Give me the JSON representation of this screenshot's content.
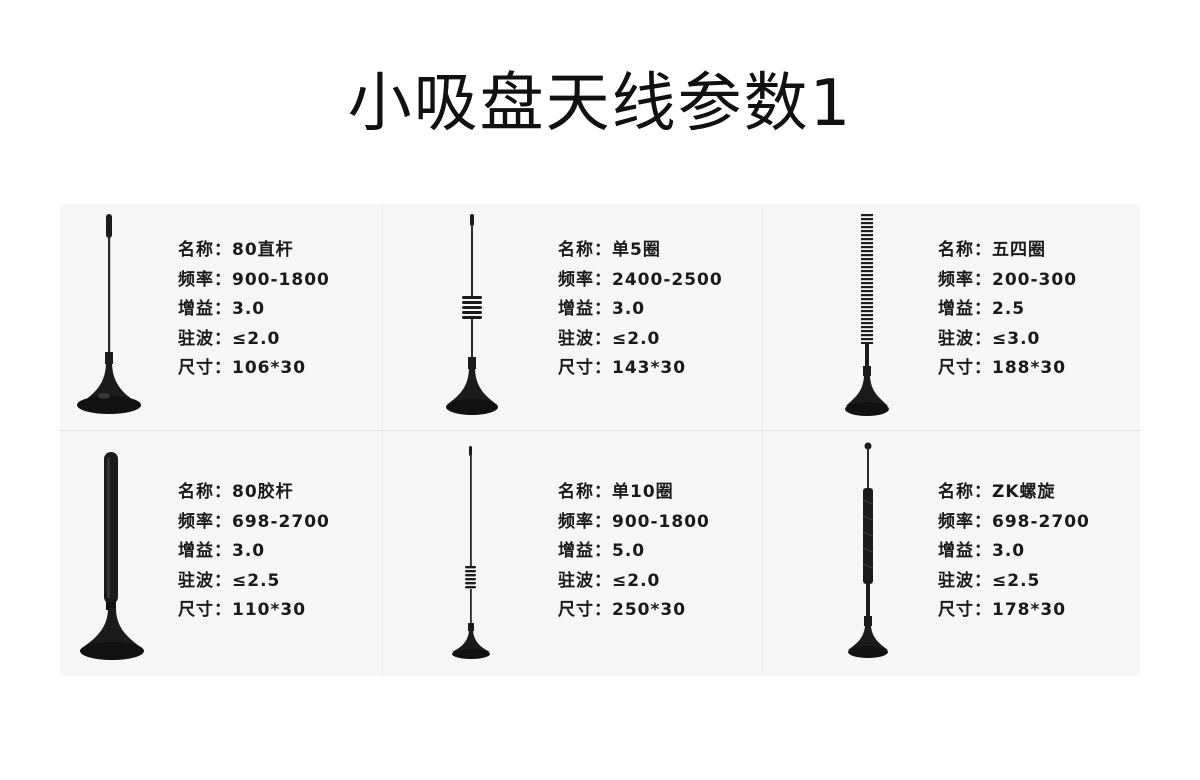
{
  "page": {
    "title": "小吸盘天线参数1"
  },
  "colors": {
    "sheet_bg": "#f6f6f6",
    "antenna": "#1b1b1b",
    "text": "#1a1a1a"
  },
  "products": [
    {
      "name": "名称：80直杆",
      "frequency": "频率：900-1800",
      "gain": "增益：3.0",
      "vswr": "驻波：≤2.0",
      "size": "尺寸：106*30",
      "icon": "straight-whip-antenna"
    },
    {
      "name": "名称：单5圈",
      "frequency": "频率：2400-2500",
      "gain": "增益：3.0",
      "vswr": "驻波：≤2.0",
      "size": "尺寸：143*30",
      "icon": "single-coil-antenna"
    },
    {
      "name": "名称：五四圈",
      "frequency": "频率：200-300",
      "gain": "增益：2.5",
      "vswr": "驻波：≤3.0",
      "size": "尺寸：188*30",
      "icon": "spring-coil-antenna"
    },
    {
      "name": "名称：80胶杆",
      "frequency": "频率：698-2700",
      "gain": "增益：3.0",
      "vswr": "驻波：≤2.5",
      "size": "尺寸：110*30",
      "icon": "rubber-rod-antenna"
    },
    {
      "name": "名称：单10圈",
      "frequency": "频率：900-1800",
      "gain": "增益：5.0",
      "vswr": "驻波：≤2.0",
      "size": "尺寸：250*30",
      "icon": "ten-coil-antenna"
    },
    {
      "name": "名称：ZK螺旋",
      "frequency": "频率：698-2700",
      "gain": "增益：3.0",
      "vswr": "驻波：≤2.5",
      "size": "尺寸：178*30",
      "icon": "spiral-antenna"
    }
  ]
}
